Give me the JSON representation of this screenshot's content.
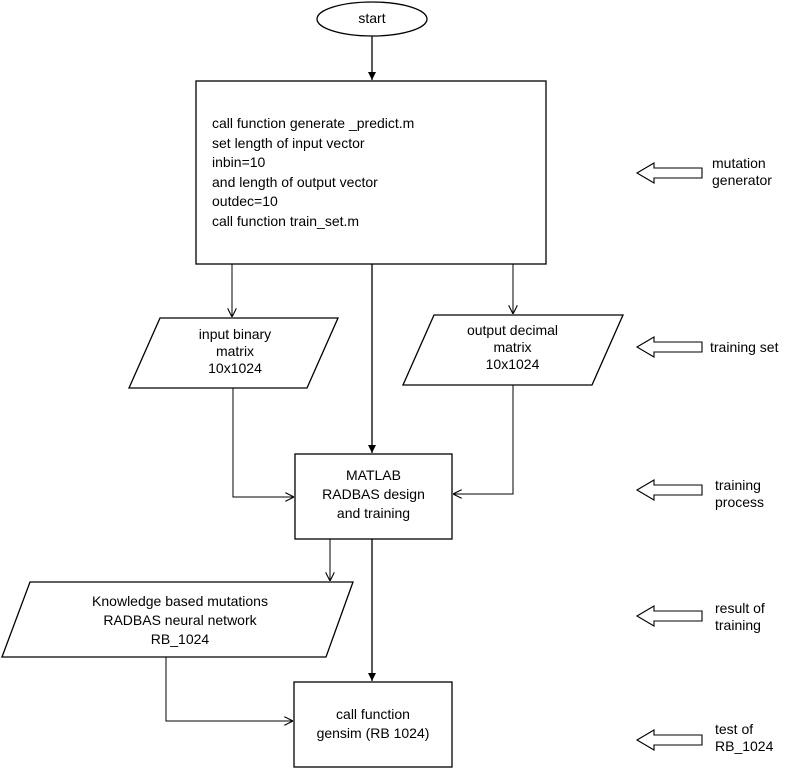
{
  "flowchart": {
    "start": "start",
    "generate_box": [
      "call function generate _predict.m",
      "set length of input vector",
      "inbin=10",
      "and length of output vector",
      "outdec=10",
      "call function train_set.m"
    ],
    "input_matrix": [
      "input binary",
      "matrix",
      "10x1024"
    ],
    "output_matrix": [
      "output decimal",
      "matrix",
      "10x1024"
    ],
    "training_box": [
      "MATLAB",
      "RADBAS design",
      "and training"
    ],
    "network": [
      "Knowledge based mutations",
      "RADBAS neural network",
      "RB_1024"
    ],
    "gensim_box": [
      "call function",
      "gensim (RB 1024)"
    ]
  },
  "annotations": {
    "mutation_generator": "mutation\ngenerator",
    "training_set": "training set",
    "training_process": "training\nprocess",
    "result_of_training": "result of\ntraining",
    "test_of": "test of\nRB_1024"
  },
  "colors": {
    "stroke": "#000000",
    "background": "#ffffff"
  }
}
